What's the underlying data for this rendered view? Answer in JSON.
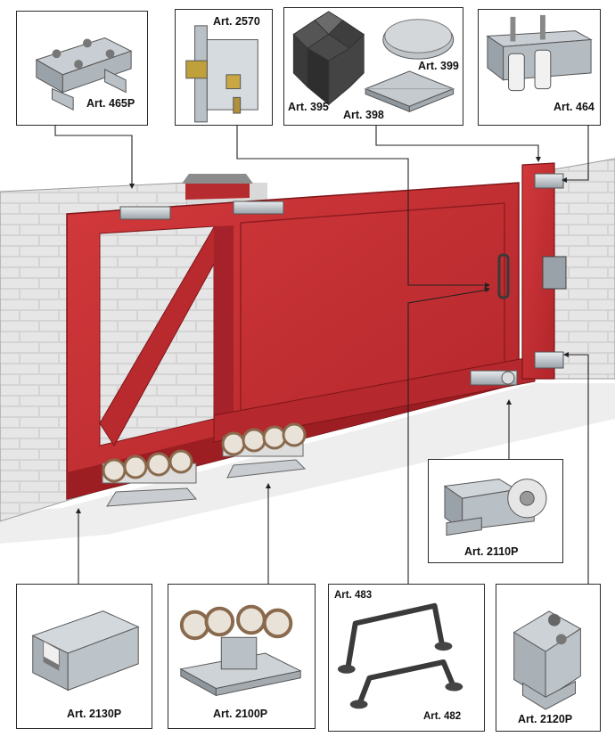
{
  "parts": {
    "p465": "Art. 465P",
    "p2570": "Art. 2570",
    "p395": "Art. 395",
    "p398": "Art. 398",
    "p399": "Art. 399",
    "p464": "Art. 464",
    "p2110": "Art. 2110P",
    "p2130": "Art. 2130P",
    "p2100": "Art. 2100P",
    "p483": "Art. 483",
    "p482": "Art. 482",
    "p2120": "Art. 2120P"
  },
  "colors": {
    "gate_red": "#c62f33",
    "gate_dark": "#8f1c20",
    "wall": "#c9c9c9",
    "metal": "#b8bec4"
  }
}
